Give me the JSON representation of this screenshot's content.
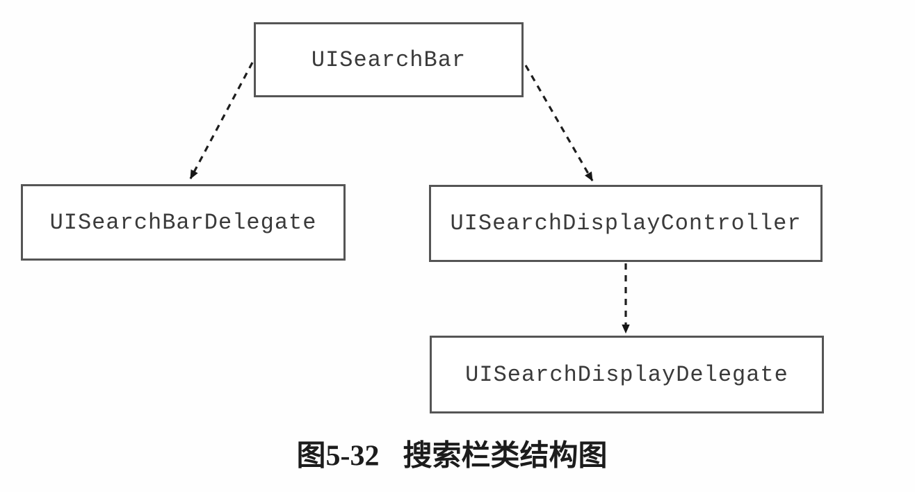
{
  "page": {
    "background": "#fefefe"
  },
  "diagram": {
    "type": "class-structure-diagram",
    "nodes": [
      {
        "id": "uisearchbar",
        "label": "UISearchBar"
      },
      {
        "id": "uisearchbar-delegate",
        "label": "UISearchBarDelegate"
      },
      {
        "id": "uisearchdisplay-controller",
        "label": "UISearchDisplayController"
      },
      {
        "id": "uisearchdisplay-delegate",
        "label": "UISearchDisplayDelegate"
      }
    ],
    "edges": [
      {
        "from": "UISearchBar",
        "to": "UISearchBarDelegate",
        "style": "dashed",
        "arrow": "to"
      },
      {
        "from": "UISearchBar",
        "to": "UISearchDisplayController",
        "style": "dashed",
        "arrow": "to"
      },
      {
        "from": "UISearchDisplayController",
        "to": "UISearchDisplayDelegate",
        "style": "dashed",
        "arrow": "to"
      }
    ],
    "colors": {
      "box_border": "#555555",
      "box_fill": "#ffffff",
      "label_text": "#3a3a3a",
      "edge": "#1e1e1e",
      "caption_text": "#1c1c1c"
    }
  },
  "caption": {
    "number": "图5-32",
    "title": "搜索栏类结构图",
    "full": "图5-32 搜索栏类结构图"
  }
}
